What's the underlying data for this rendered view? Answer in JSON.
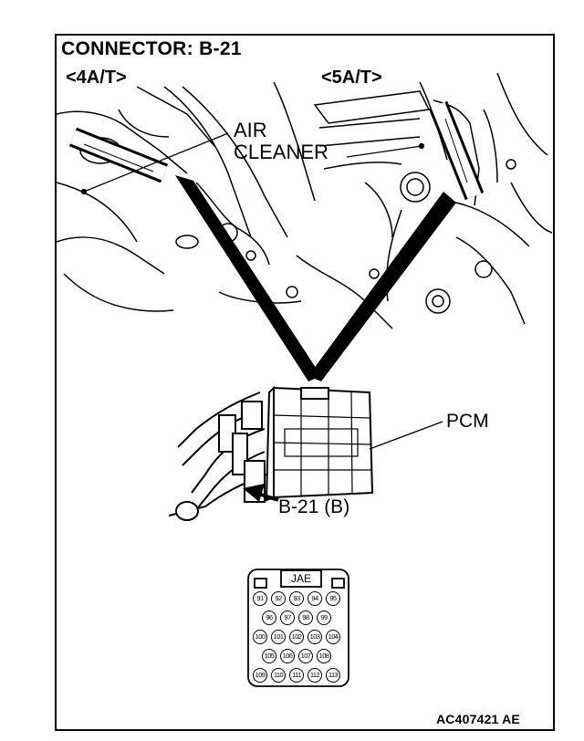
{
  "title": "CONNECTOR: B-21",
  "variants": {
    "left": "<4A/T>",
    "right": "<5A/T>"
  },
  "labels": {
    "air_cleaner_line1": "AIR",
    "air_cleaner_line2": "CLEANER",
    "pcm": "PCM",
    "connector_callout": "B-21 (B)"
  },
  "connector": {
    "maker": "JAE",
    "pin_rows": [
      [
        "91",
        "92",
        "93",
        "94",
        "95"
      ],
      [
        "96",
        "97",
        "98",
        "99"
      ],
      [
        "100",
        "101",
        "102",
        "103",
        "104"
      ],
      [
        "105",
        "106",
        "107",
        "108"
      ],
      [
        "109",
        "110",
        "111",
        "112",
        "113"
      ]
    ]
  },
  "figure_code": "AC407421 AE"
}
